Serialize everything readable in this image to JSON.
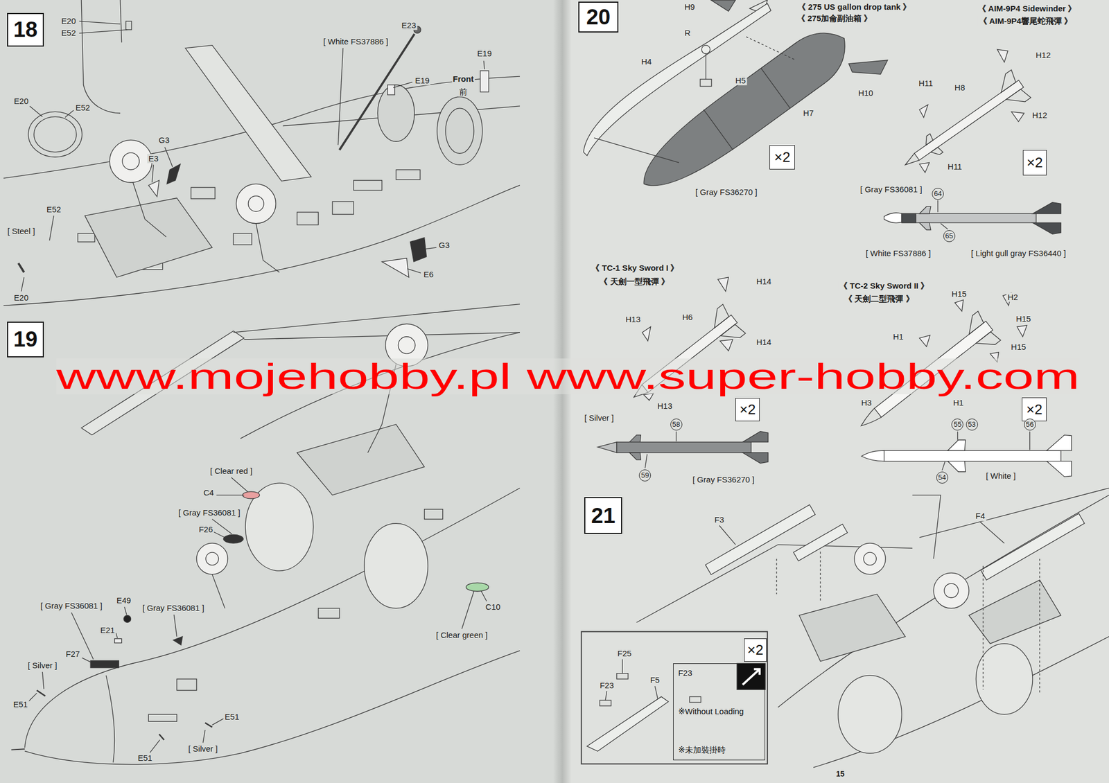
{
  "diagram": {
    "nodes": [
      {
        "text": [
          "18"
        ]
      },
      {
        "text": [
          "19"
        ]
      },
      {
        "text": [
          "20"
        ]
      },
      {
        "text": [
          "×2"
        ]
      },
      {
        "text": [
          "×2"
        ]
      },
      {
        "text": [
          "×2"
        ]
      },
      {
        "text": [
          "×2"
        ]
      },
      {
        "text": [
          "21"
        ]
      },
      {
        "text": [
          "×2"
        ]
      },
      {
        "text": [
          "F23",
          "※Without Loading",
          "※未加裝掛時"
        ]
      }
    ],
    "labels": [
      "E20",
      "E52",
      "E23",
      "[ White FS37886 ]",
      "E19",
      "E19",
      "Front",
      "前",
      "E20",
      "E52",
      "G3",
      "E3",
      "E52",
      "[ Steel ]",
      "E20",
      "G3",
      "E6",
      "[ Clear red ]",
      "C4",
      "[ Gray FS36081 ]",
      "F26",
      "[ Gray FS36081 ]",
      "E49",
      "[ Gray FS36081 ]",
      "E21",
      "F27",
      "[ Silver ]",
      "E51",
      "C10",
      "[ Clear green ]",
      "E51",
      "[ Silver ]",
      "E51",
      "H9",
      "《 275 US gallon drop tank 》",
      "《 275加侖副油箱 》",
      "《 AIM-9P4 Sidewinder 》",
      "《 AIM-9P4響尾蛇飛彈 》",
      "R",
      "H4",
      "H5",
      "H10",
      "H7",
      "[ Gray FS36270 ]",
      "H12",
      "H11",
      "H8",
      "H12",
      "H11",
      "[ Gray FS36081 ]",
      "64",
      "65",
      "[ White FS37886 ]",
      "[ Light gull gray FS36440 ]",
      "《 TC-1 Sky Sword I 》",
      "《 天劍一型飛彈 》",
      "H14",
      "H13",
      "H6",
      "H14",
      "H13",
      "《 TC-2 Sky Sword II 》",
      "《 天劍二型飛彈 》",
      "H15",
      "H2",
      "H15",
      "H1",
      "H15",
      "H3",
      "H1",
      "[ Silver ]",
      "58",
      "59",
      "[ Gray FS36270 ]",
      "55",
      "53",
      "56",
      "54",
      "[ White ]",
      "F3",
      "F4",
      "F25",
      "F23",
      "F5",
      "15",
      "www.mojehobby.pl www.super-hobby.com"
    ]
  }
}
